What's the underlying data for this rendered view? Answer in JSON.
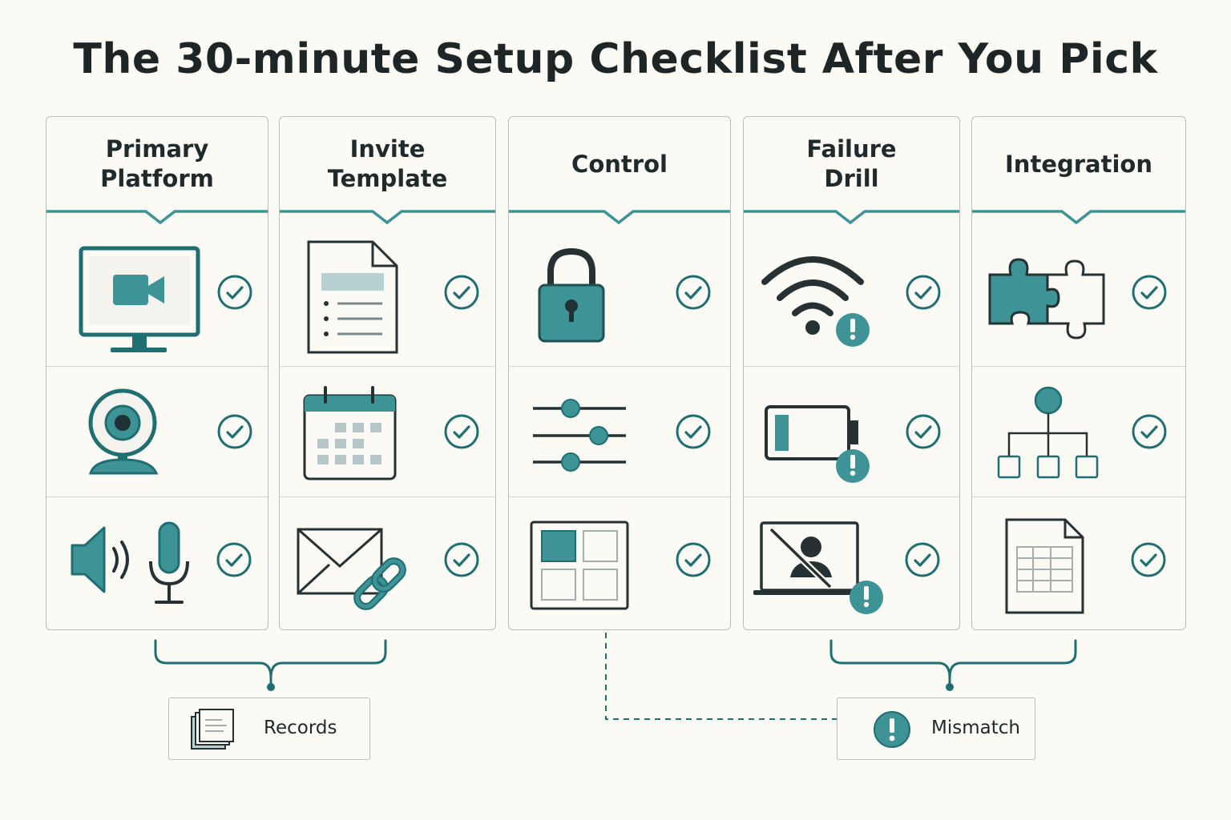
{
  "title": "The 30-minute Setup Checklist After You Pick",
  "colors": {
    "teal": "#3d9396",
    "dark": "#263133",
    "accent_teal_dark": "#1f6f72"
  },
  "columns": [
    {
      "heading": "Primary\nPlatform",
      "items": [
        {
          "icon": "video-monitor-icon",
          "checked": true
        },
        {
          "icon": "webcam-icon",
          "checked": true
        },
        {
          "icon": "speaker-microphone-icon",
          "checked": true
        }
      ]
    },
    {
      "heading": "Invite\nTemplate",
      "items": [
        {
          "icon": "document-icon",
          "checked": true
        },
        {
          "icon": "calendar-icon",
          "checked": true
        },
        {
          "icon": "email-link-icon",
          "checked": true
        }
      ]
    },
    {
      "heading": "Control",
      "items": [
        {
          "icon": "padlock-icon",
          "checked": true
        },
        {
          "icon": "sliders-icon",
          "checked": true
        },
        {
          "icon": "grid-layout-icon",
          "checked": true
        }
      ]
    },
    {
      "heading": "Failure\nDrill",
      "items": [
        {
          "icon": "wifi-alert-icon",
          "checked": true
        },
        {
          "icon": "low-battery-alert-icon",
          "checked": true
        },
        {
          "icon": "video-off-alert-icon",
          "checked": true
        }
      ]
    },
    {
      "heading": "Integration",
      "items": [
        {
          "icon": "puzzle-icon",
          "checked": true
        },
        {
          "icon": "hierarchy-icon",
          "checked": true
        },
        {
          "icon": "spreadsheet-icon",
          "checked": true
        }
      ]
    }
  ],
  "outputs": {
    "records": {
      "label": "Records",
      "icon": "records-stack-icon"
    },
    "mismatch": {
      "label": "Mismatch",
      "icon": "alert-circle-icon"
    }
  }
}
